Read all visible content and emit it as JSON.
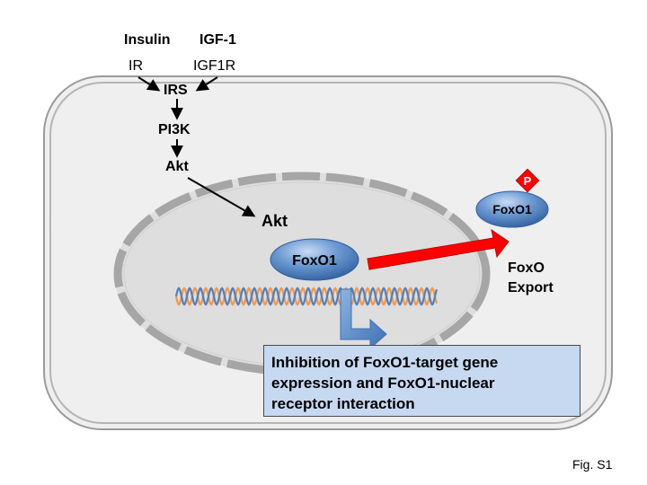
{
  "ligands": {
    "insulin": "Insulin",
    "igf1": "IGF-1"
  },
  "receptors": {
    "ir": "IR",
    "igf1r": "IGF1R"
  },
  "pathway": {
    "irs": "IRS",
    "pi3k": "PI3K",
    "akt_cytoplasm": "Akt"
  },
  "nucleus": {
    "akt": "Akt",
    "foxo1": "FoxO1"
  },
  "exported": {
    "foxo1": "FoxO1",
    "phospho": "P"
  },
  "export_label": {
    "line1": "FoxO",
    "line2": "Export"
  },
  "callout": {
    "line1": "Inhibition of FoxO1-target gene",
    "line2": "expression and FoxO1-nuclear",
    "line3": "receptor interaction"
  },
  "figure_label": "Fig. S1",
  "colors": {
    "cell_fill": "#efefef",
    "membrane": "#a6a6a6",
    "nuclear_fill": "#dedede",
    "foxo1_bubble": "#4f81bd",
    "export_arrow": "#ff0000",
    "phospho_badge": "#ff0000",
    "callout_fill": "#c6d9f1",
    "dna_orange": "#f79646",
    "dna_blue": "#4f81bd"
  }
}
